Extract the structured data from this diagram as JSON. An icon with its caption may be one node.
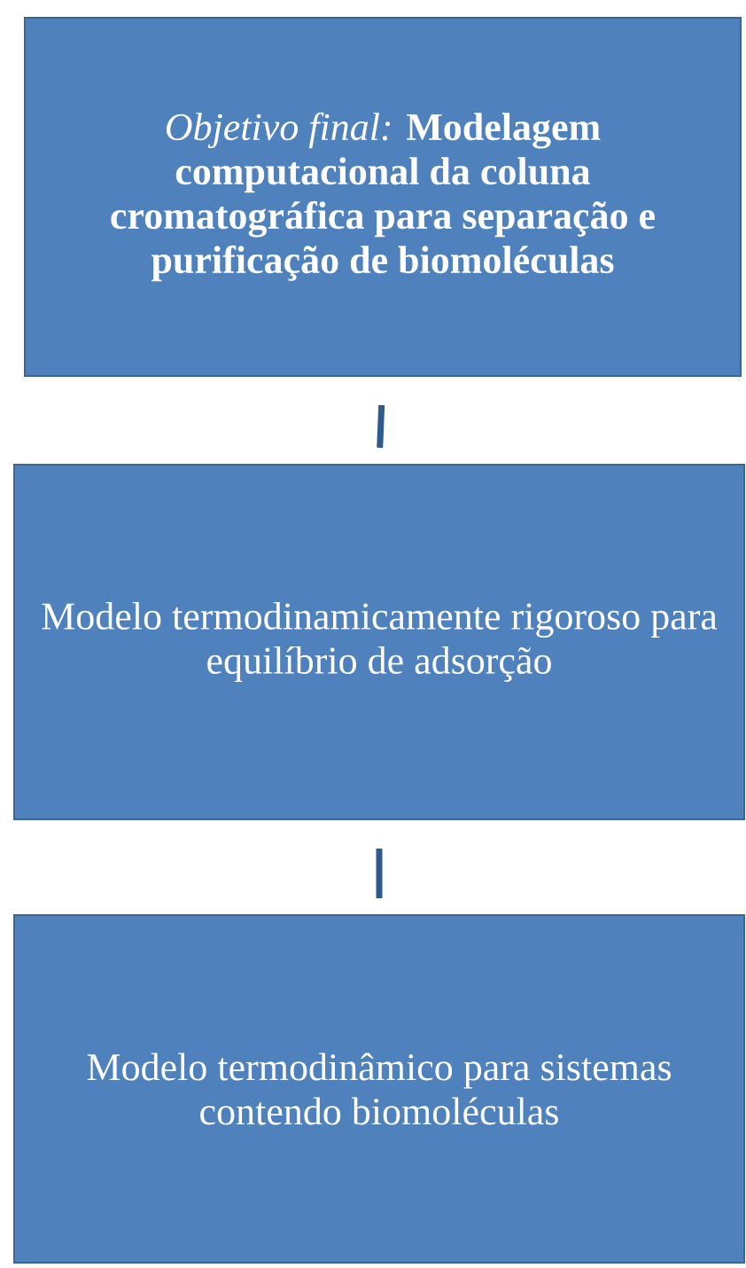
{
  "diagram": {
    "nodes": [
      {
        "text": [
          "*Objetivo final:* **Modelagem computacional da coluna cromatográfica para separação e purificação de biomoléculas**"
        ]
      },
      {
        "text": [
          "Modelo termodinamicamente rigoroso para equilíbrio de adsorção"
        ]
      },
      {
        "text": [
          "Modelo termodinâmico para sistemas contendo biomoléculas"
        ]
      }
    ],
    "edges": [
      {
        "from": 0,
        "to": 1,
        "arrow": "none"
      },
      {
        "from": 1,
        "to": 2,
        "arrow": "none"
      }
    ]
  }
}
